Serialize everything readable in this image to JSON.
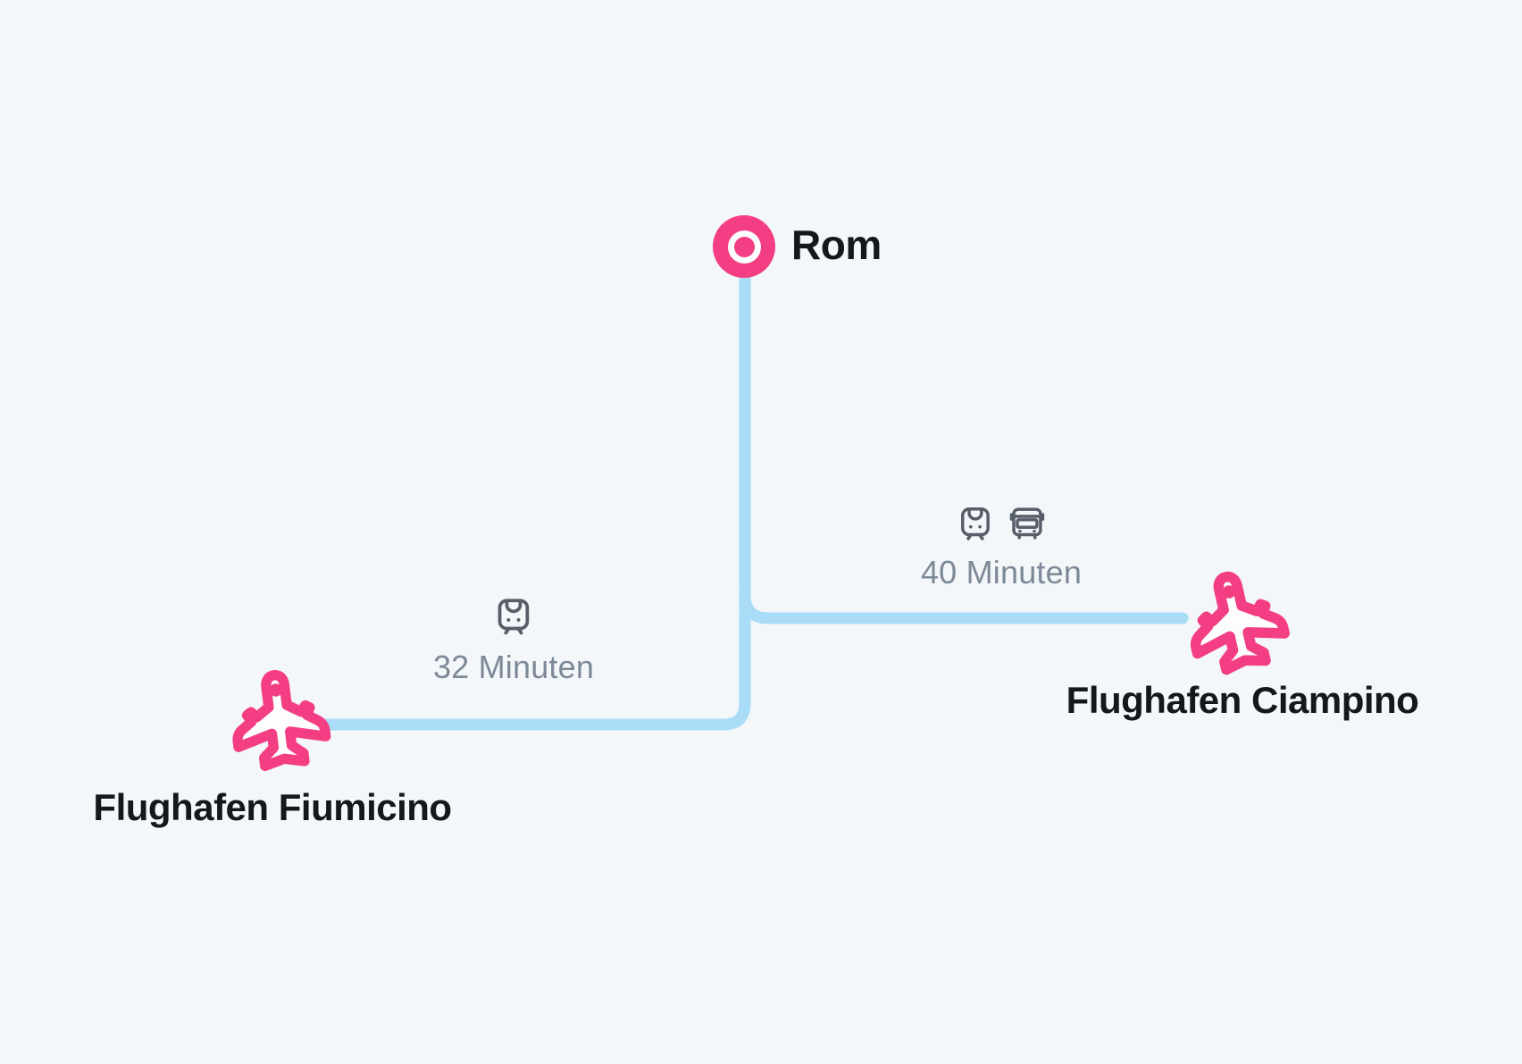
{
  "colors": {
    "bg": "#f3f7fa",
    "route": "#a9dcf6",
    "accent": "#f43e83",
    "text-dark": "#14171c",
    "muted": "#7e8997",
    "icon": "#575e68"
  },
  "city": {
    "label": "Rom"
  },
  "routes": [
    {
      "destination": "Flughafen Fiumicino",
      "duration": "32 Minuten",
      "modes": [
        "train"
      ]
    },
    {
      "destination": "Flughafen Ciampino",
      "duration": "40 Minuten",
      "modes": [
        "train",
        "bus"
      ]
    }
  ]
}
